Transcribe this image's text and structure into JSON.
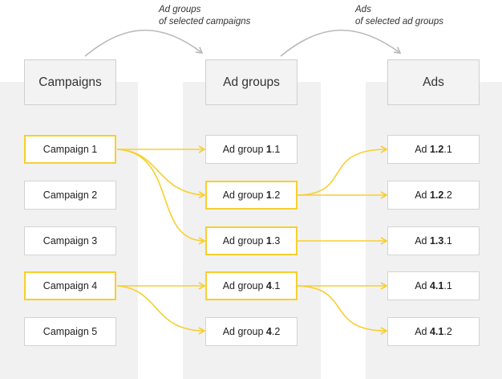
{
  "colors": {
    "highlight": "#f7cf2e",
    "column_bg": "#f1f1f1",
    "header_border": "#cfcfcf",
    "arrow_gray": "#b9b9b9"
  },
  "headers": {
    "campaigns": "Campaigns",
    "ad_groups": "Ad groups",
    "ads": "Ads"
  },
  "notes": {
    "ad_groups_line1": "Ad groups",
    "ad_groups_line2": "of selected campaigns",
    "ads_line1": "Ads",
    "ads_line2": "of selected ad groups"
  },
  "campaigns": [
    {
      "label": "Campaign 1",
      "selected": true
    },
    {
      "label": "Campaign 2",
      "selected": false
    },
    {
      "label": "Campaign 3",
      "selected": false
    },
    {
      "label": "Campaign 4",
      "selected": true
    },
    {
      "label": "Campaign 5",
      "selected": false
    }
  ],
  "ad_groups": [
    {
      "prefix": "Ad group ",
      "campaign": "1",
      "suffix": ".1",
      "selected": false
    },
    {
      "prefix": "Ad group ",
      "campaign": "1",
      "suffix": ".2",
      "selected": true
    },
    {
      "prefix": "Ad group ",
      "campaign": "1",
      "suffix": ".3",
      "selected": true
    },
    {
      "prefix": "Ad group ",
      "campaign": "4",
      "suffix": ".1",
      "selected": true
    },
    {
      "prefix": "Ad group ",
      "campaign": "4",
      "suffix": ".2",
      "selected": false
    }
  ],
  "ads": [
    {
      "prefix": "Ad ",
      "bold": "1.2",
      "suffix": ".1"
    },
    {
      "prefix": "Ad ",
      "bold": "1.2",
      "suffix": ".2"
    },
    {
      "prefix": "Ad ",
      "bold": "1.3",
      "suffix": ".1"
    },
    {
      "prefix": "Ad ",
      "bold": "4.1",
      "suffix": ".1"
    },
    {
      "prefix": "Ad ",
      "bold": "4.1",
      "suffix": ".2"
    }
  ]
}
